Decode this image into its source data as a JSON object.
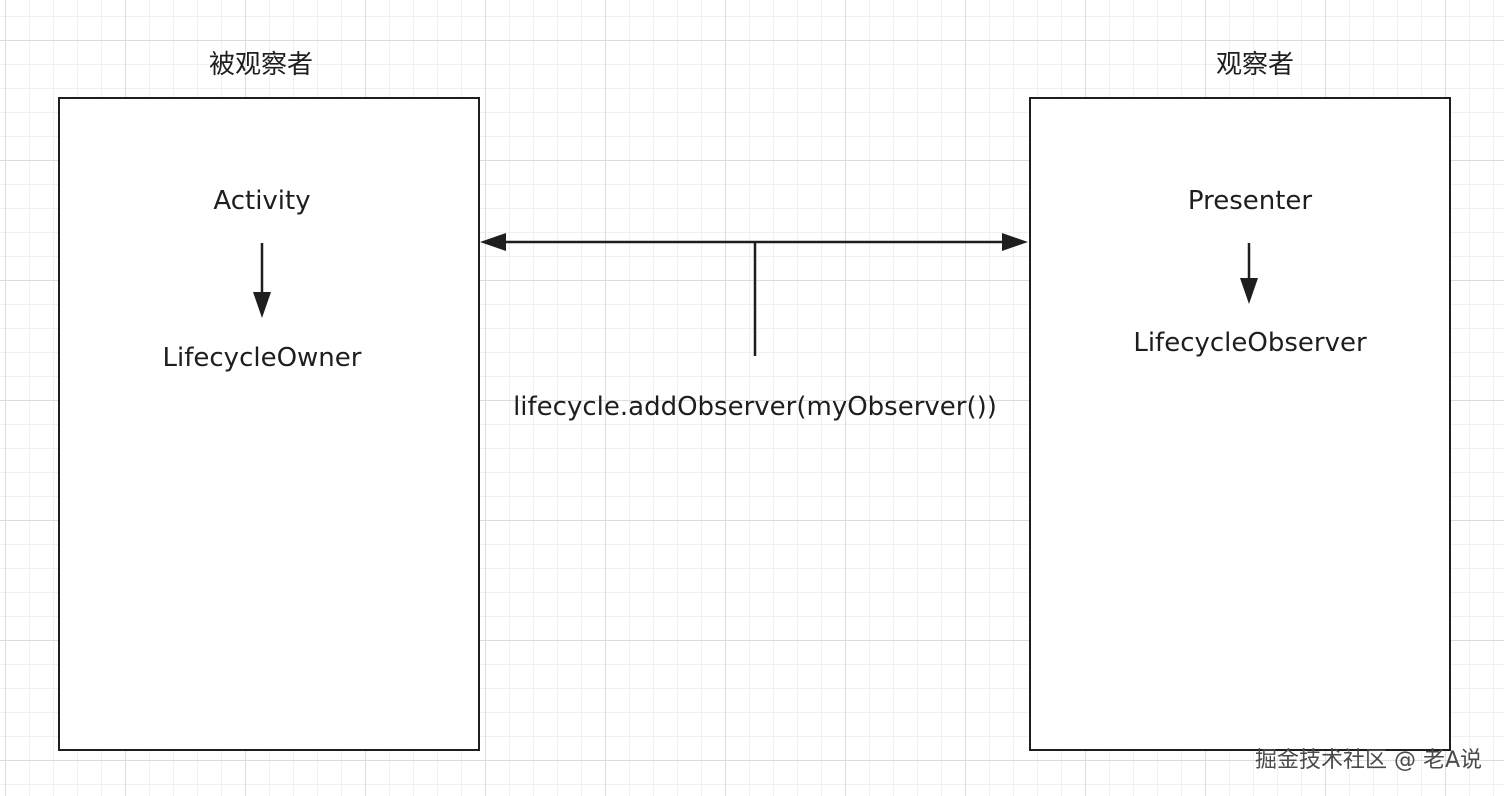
{
  "left_group": {
    "caption": "被观察者",
    "top_node": "Activity",
    "bottom_node": "LifecycleOwner"
  },
  "right_group": {
    "caption": "观察者",
    "top_node": "Presenter",
    "bottom_node": "LifecycleObserver"
  },
  "connection": {
    "label": "lifecycle.addObserver(myObserver())"
  },
  "watermark": "掘金技术社区 @ 老A说",
  "colors": {
    "stroke": "#1e1e1e",
    "grid_major": "#dcdcdc",
    "grid_minor": "#f0f0f0",
    "background": "#ffffff"
  }
}
